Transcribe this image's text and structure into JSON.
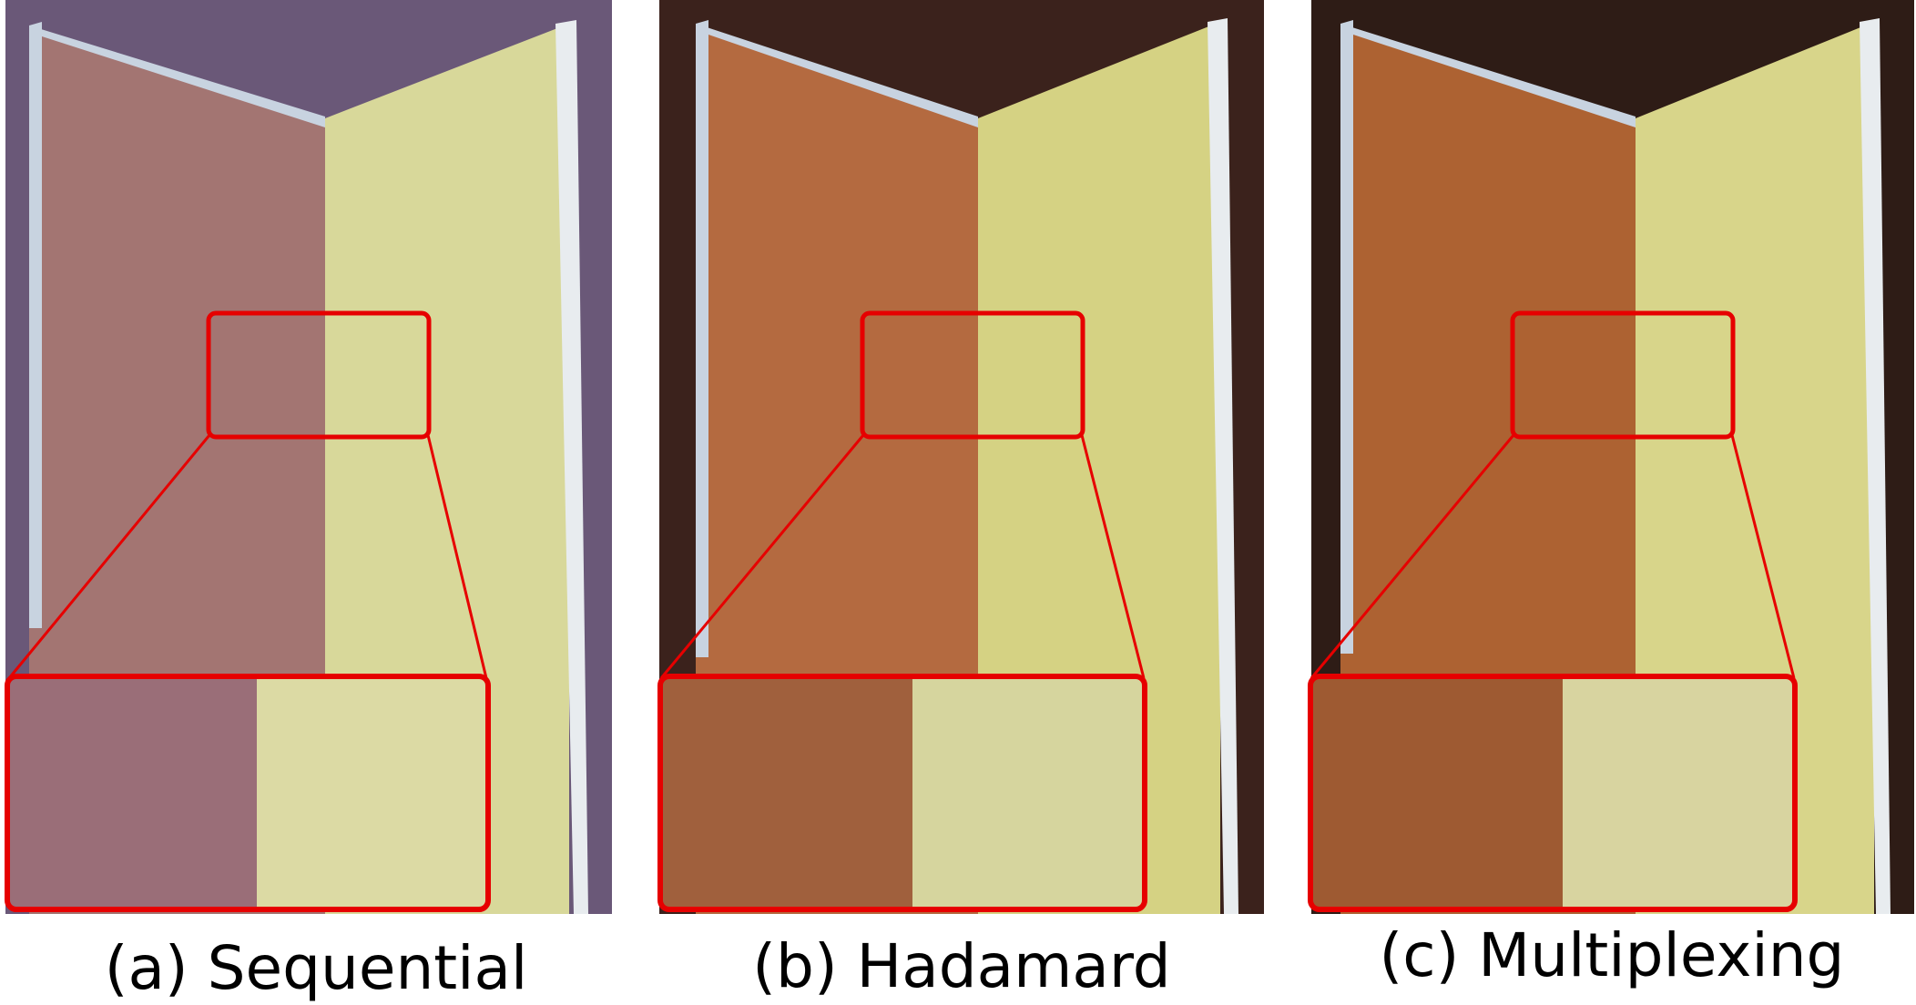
{
  "panels": [
    {
      "label": "(a) Sequential",
      "colors": {
        "background": "#6a5878",
        "frame": "#c8d3e0",
        "left_wall": "#a37572",
        "right_wall": "#d8d89a",
        "highlight": "#e60000"
      }
    },
    {
      "label": "(b) Hadamard",
      "colors": {
        "background": "#3a241c",
        "frame": "#c8d3e0",
        "left_wall": "#b46a40",
        "right_wall": "#d5d283",
        "highlight": "#e60000"
      }
    },
    {
      "label": "(c) Multiplexing",
      "colors": {
        "background": "#2d1a14",
        "frame": "#c8d3e0",
        "left_wall": "#ad6232",
        "right_wall": "#d8d58a",
        "highlight": "#e60000"
      }
    }
  ]
}
